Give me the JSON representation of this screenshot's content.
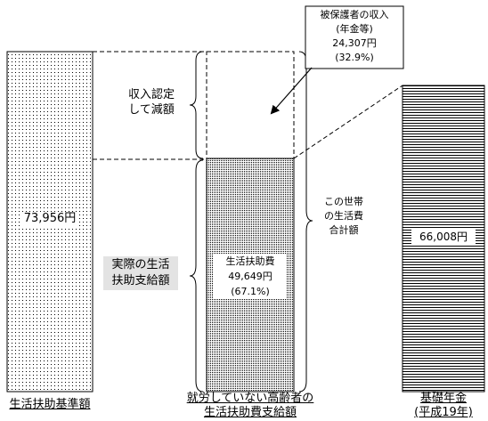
{
  "bars": {
    "standard": {
      "value_label": "73,956円",
      "caption": "生活扶助基準額"
    },
    "elderly": {
      "caption_line1": "就労していない高齢者の",
      "caption_line2": "生活扶助費支給額",
      "aid": {
        "line1": "生活扶助費",
        "line2": "49,649円",
        "line3": "(67.1%)"
      }
    },
    "pension": {
      "value_label": "66,008円",
      "caption_line1": "基礎年金",
      "caption_line2": "(平成19年)"
    }
  },
  "annotations": {
    "income_box": {
      "line1": "被保護者の収入",
      "line2": "(年金等)",
      "line3": "24,307円",
      "line4": "(32.9%)"
    },
    "income_deduction": {
      "line1": "収入認定",
      "line2": "して減額"
    },
    "actual_payment": {
      "line1": "実際の生活",
      "line2": "扶助支給額"
    },
    "household_total": {
      "line1": "この世帯",
      "line2": "の生活費",
      "line3": "合計額"
    }
  }
}
